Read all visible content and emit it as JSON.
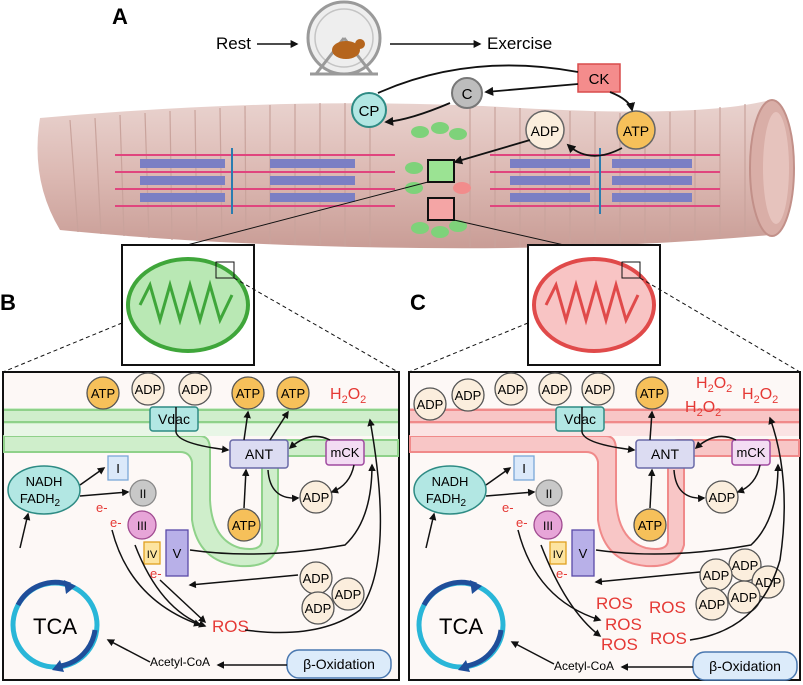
{
  "panels": {
    "a": "A",
    "b": "B",
    "c": "C"
  },
  "top": {
    "rest": "Rest",
    "exercise": "Exercise",
    "cp": "CP",
    "c": "C",
    "ck": "CK",
    "adp": "ADP",
    "atp": "ATP"
  },
  "shared": {
    "atp": "ATP",
    "adp": "ADP",
    "vdac": "Vdac",
    "ant": "ANT",
    "mck": "mCK",
    "nadh": "NADH",
    "fadh": "FADH",
    "sub2": "2",
    "complex_i": "I",
    "complex_ii": "II",
    "complex_iii": "III",
    "complex_iv": "IV",
    "complex_v": "V",
    "electron": "e-",
    "ros": "ROS",
    "h2o2_h": "H",
    "h2o2_o": "O",
    "tca": "TCA",
    "acetyl_coa": "Acetyl-CoA",
    "beta_ox": "β-Oxidation"
  },
  "colors": {
    "healthy_membrane": "#8fd18a",
    "stressed_membrane": "#f08a8a",
    "atp_fill": "#f6c05a",
    "adp_fill": "#fbeedd",
    "ros_text": "#e53935",
    "tca_light": "#29b6d8",
    "tca_dark": "#1f4e9a",
    "node_teal": "#b2e7e3",
    "ck_fill": "#f48c8c"
  }
}
